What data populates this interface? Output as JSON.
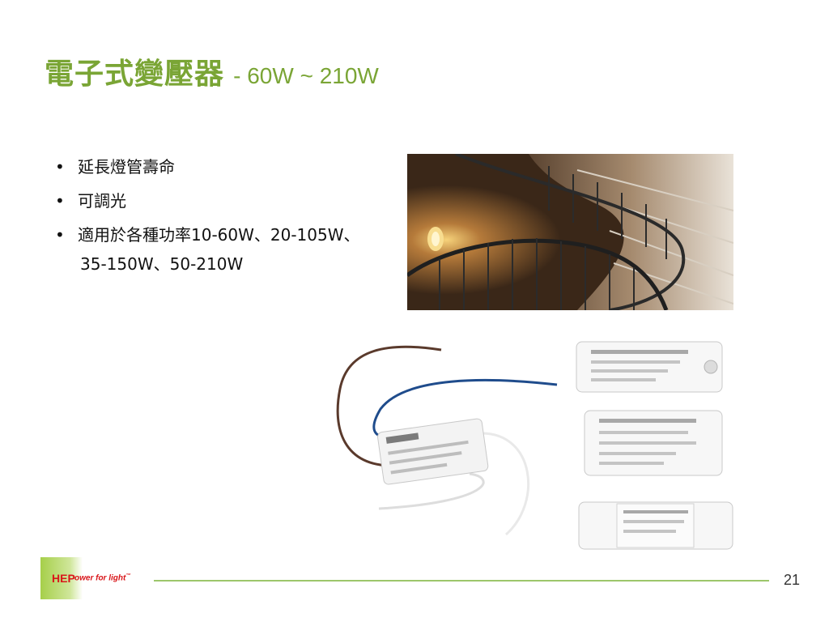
{
  "slide": {
    "title_main": "電子式變壓器",
    "title_sub": "- 60W ~ 210W",
    "bullets": [
      "延長燈管壽命",
      "可調光",
      "適用於各種功率10-60W、20-105W、"
    ],
    "bullet_continuation": "35-150W、50-210W",
    "bullet_symbol": "•",
    "page_number": "21"
  },
  "logo": {
    "brand": "HEP",
    "tagline": "ower for light",
    "trademark": "™"
  },
  "colors": {
    "title": "#7aa535",
    "footer_line": "#9cc66b",
    "logo_red": "#d9161a",
    "logo_green": "#a6cf4a"
  }
}
